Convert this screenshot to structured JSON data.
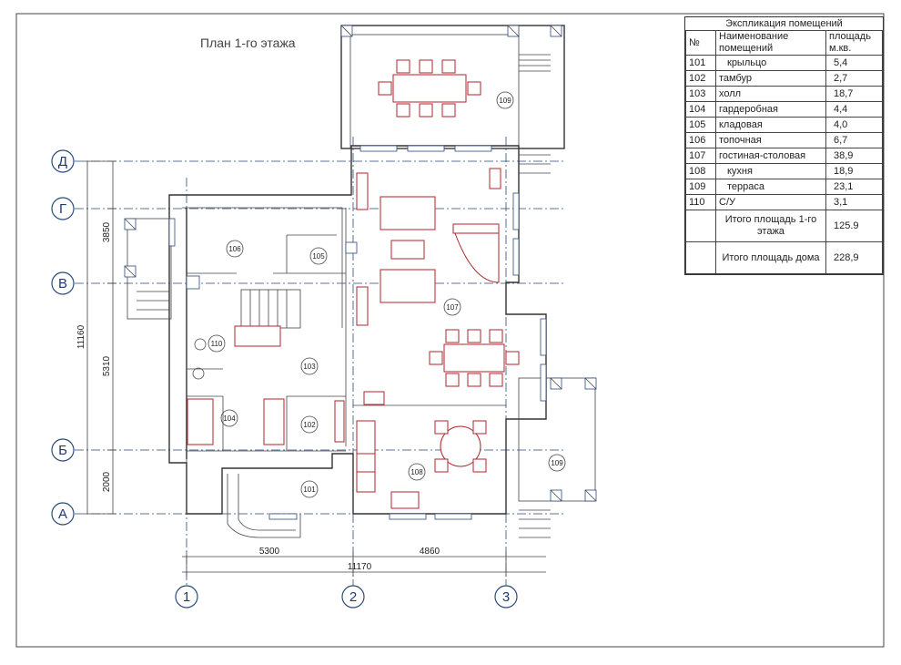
{
  "plan_title": "План 1-го этажа",
  "axes": {
    "horizontal": [
      "Д",
      "Г",
      "В",
      "Б",
      "А"
    ],
    "vertical": [
      "1",
      "2",
      "3"
    ]
  },
  "dimensions": {
    "left_segments": [
      "3850",
      "5310",
      "2000"
    ],
    "left_total": "11160",
    "bottom_segments": [
      "5300",
      "4860"
    ],
    "bottom_total": "11170"
  },
  "room_labels": [
    "101",
    "102",
    "103",
    "104",
    "105",
    "106",
    "107",
    "108",
    "109",
    "109",
    "110"
  ],
  "legend": {
    "title": "Экспликация помещений",
    "headers": {
      "num": "№",
      "name": "Наименование помещений",
      "area": "площадь м.кв."
    },
    "rows": [
      {
        "num": "101",
        "name": "крыльцо",
        "area": "5,4"
      },
      {
        "num": "102",
        "name": "тамбур",
        "area": "2,7"
      },
      {
        "num": "103",
        "name": "холл",
        "area": "18,7"
      },
      {
        "num": "104",
        "name": "гардеробная",
        "area": "4,4"
      },
      {
        "num": "105",
        "name": "кладовая",
        "area": "4,0"
      },
      {
        "num": "106",
        "name": "топочная",
        "area": "6,7"
      },
      {
        "num": "107",
        "name": "гостиная-столовая",
        "area": "38,9"
      },
      {
        "num": "108",
        "name": "кухня",
        "area": "18,9"
      },
      {
        "num": "109",
        "name": "терраса",
        "area": "23,1"
      },
      {
        "num": "110",
        "name": "С/У",
        "area": "3,1"
      }
    ],
    "totals": [
      {
        "name": "Итого площадь 1-го этажа",
        "area": "125.9"
      },
      {
        "name": "Итого площадь дома",
        "area": "228,9"
      }
    ]
  },
  "colors": {
    "axis": "#2a4a7a",
    "furniture": "#b0262c",
    "wall": "#333333"
  }
}
